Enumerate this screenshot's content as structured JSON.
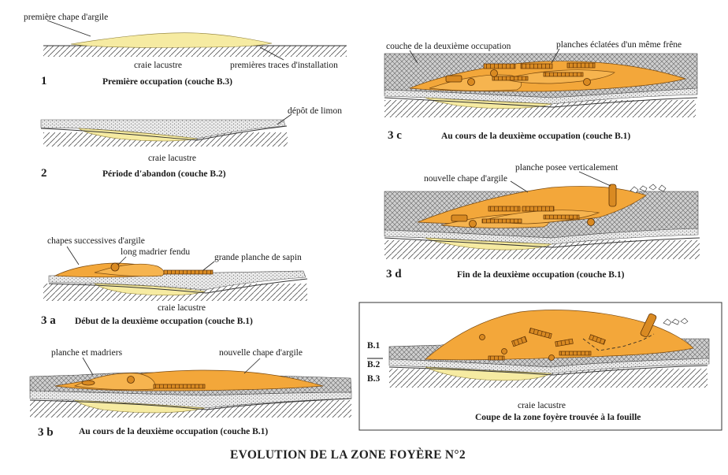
{
  "title": "EVOLUTION DE LA ZONE FOYÈRE N°2",
  "panels": {
    "p1": {
      "number": "1",
      "caption": "Première occupation (couche B.3)",
      "labels": {
        "clay": "première chape d'argile",
        "chalk": "craie lacustre",
        "traces": "premières traces d'installation"
      }
    },
    "p2": {
      "number": "2",
      "caption": "Période d'abandon (couche B.2)",
      "labels": {
        "silt": "dépôt de limon",
        "chalk": "craie lacustre"
      }
    },
    "p3a": {
      "number": "3 a",
      "caption": "Début de la deuxième occupation (couche B.1)",
      "labels": {
        "chapes": "chapes successives d'argile",
        "madrier": "long madrier fendu",
        "planche": "grande planche de sapin",
        "chalk": "craie lacustre"
      }
    },
    "p3b": {
      "number": "3 b",
      "caption": "Au cours de la deuxième occupation (couche B.1)",
      "labels": {
        "planche": "planche et madriers",
        "nouvelle": "nouvelle chape d'argile"
      }
    },
    "p3c": {
      "number": "3 c",
      "caption": "Au cours de la deuxième occupation (couche B.1)",
      "labels": {
        "couche": "couche de la deuxième occupation",
        "planches": "planches éclatées d'un même frêne"
      }
    },
    "p3d": {
      "number": "3 d",
      "caption": "Fin de la deuxième occupation (couche B.1)",
      "labels": {
        "nouvelle": "nouvelle chape d'argile",
        "verticale": "planche posee verticalement"
      }
    },
    "coupe": {
      "caption": "Coupe de la zone foyère trouvée à la fouille",
      "labels": {
        "b1": "B.1",
        "b2": "B.2",
        "b3": "B.3",
        "chalk": "craie lacustre"
      }
    }
  },
  "colors": {
    "clay": "#f3a73a",
    "pale_clay": "#f6eba2",
    "silt": "#d9d9d9",
    "wood": "#d98a22"
  }
}
